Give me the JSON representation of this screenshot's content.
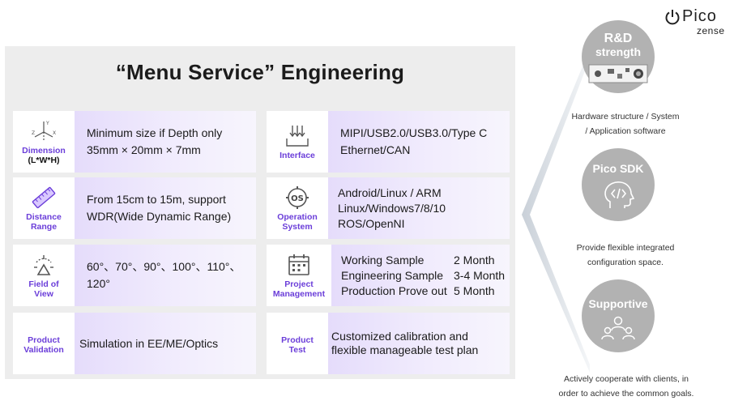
{
  "title": "“Menu Service” Engineering",
  "logo": {
    "name": "Pico",
    "sub": "zense"
  },
  "cells": {
    "dimension": {
      "label": "Dimension",
      "sublabel": "(L*W*H)",
      "lines": [
        "Minimum size if Depth only",
        "35mm × 20mm × 7mm"
      ]
    },
    "interface": {
      "label": "Interface",
      "lines": [
        "MIPI/USB2.0/USB3.0/Type C",
        "Ethernet/CAN"
      ]
    },
    "distance": {
      "label": "Distance Range",
      "lines": [
        "From 15cm to 15m, support",
        "WDR(Wide Dynamic Range)"
      ]
    },
    "os": {
      "label": "Operation System",
      "icon_text": "OS",
      "lines": [
        "Android/Linux / ARM",
        "Linux/Windows7/8/10",
        "ROS/OpenNI"
      ]
    },
    "fov": {
      "label": "Field of View",
      "lines": [
        "60°、70°、90°、100°、110°、",
        "120°"
      ]
    },
    "project": {
      "label": "Project Management",
      "rows": [
        {
          "stage": "Working Sample",
          "time": "2 Month"
        },
        {
          "stage": "Engineering Sample",
          "time": "3-4 Month"
        },
        {
          "stage": "Production Prove out",
          "time": "5 Month"
        }
      ]
    },
    "validation": {
      "label": "Product Validation",
      "lines": [
        "Simulation in EE/ME/Optics"
      ]
    },
    "test": {
      "label": "Product Test",
      "lines": [
        "Customized calibration and",
        "flexible manageable test plan"
      ]
    }
  },
  "right": [
    {
      "title_line1": "R&D",
      "title_line2": "strength",
      "desc_line1": "Hardware structure / System",
      "desc_line2": "/ Application software"
    },
    {
      "title_line1": "Pico SDK",
      "desc_line1": "Provide flexible integrated",
      "desc_line2": "configuration space."
    },
    {
      "title_line1": "Supportive",
      "desc_line1": "Actively cooperate with clients, in",
      "desc_line2": "order to achieve the common goals."
    }
  ],
  "colors": {
    "accent": "#6b3ed9",
    "panel": "#ededed",
    "circle": "#b2b2b2"
  }
}
